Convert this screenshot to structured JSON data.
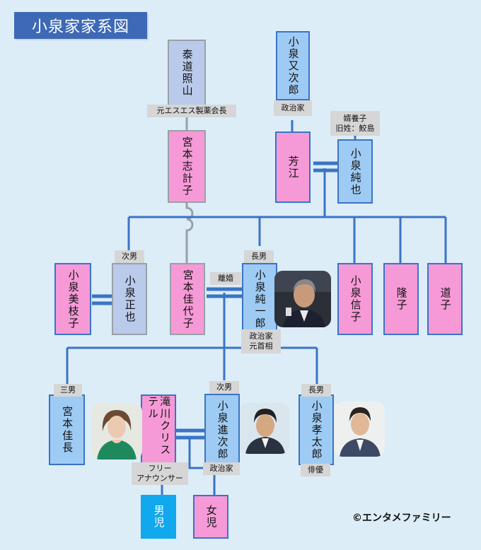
{
  "title": "小泉家家系図",
  "credit": "©エンタメファミリー",
  "people": {
    "teruyama": "泰道照山",
    "matajiro": "小泉又次郎",
    "shikeko": "宮本志計子",
    "yoshie": "芳江",
    "junya": "小泉純也",
    "mieko": "小泉美枝子",
    "masaya": "小泉正也",
    "kayoko": "宮本佳代子",
    "junichiro": "小泉純一郎",
    "nobuko": "小泉信子",
    "takako": "隆子",
    "michiko": "道子",
    "yoshinaga": "宮本佳長",
    "christel": "滝川クリステル",
    "shinjiro": "小泉進次郎",
    "kotaro": "小泉孝太郎",
    "son": "男児",
    "daughter": "女児"
  },
  "tags": {
    "teruyama": "元エスエス製薬会長",
    "matajiro": "政治家",
    "junya": [
      "婿養子",
      "旧姓：鮫島"
    ],
    "masaya": "次男",
    "divorce": "離婚",
    "junichiro_top": "長男",
    "junichiro_bottom": [
      "政治家",
      "元首相"
    ],
    "yoshinaga": "三男",
    "christel": [
      "フリー",
      "アナウンサー"
    ],
    "shinjiro_top": "次男",
    "shinjiro_bottom": "政治家",
    "kotaro_top": "長男",
    "kotaro_bottom": "俳優"
  },
  "colors": {
    "background": "#dcedf7",
    "title_bg": "#3d69b6",
    "male": "#9ecbf4",
    "female": "#f69ad7",
    "line_blue": "#3a74c6",
    "line_gray": "#9aa0a8",
    "child_male": "#11a8ee"
  },
  "photo_icons": [
    "junichiro-photo",
    "christel-photo",
    "shinjiro-photo",
    "kotaro-photo"
  ]
}
